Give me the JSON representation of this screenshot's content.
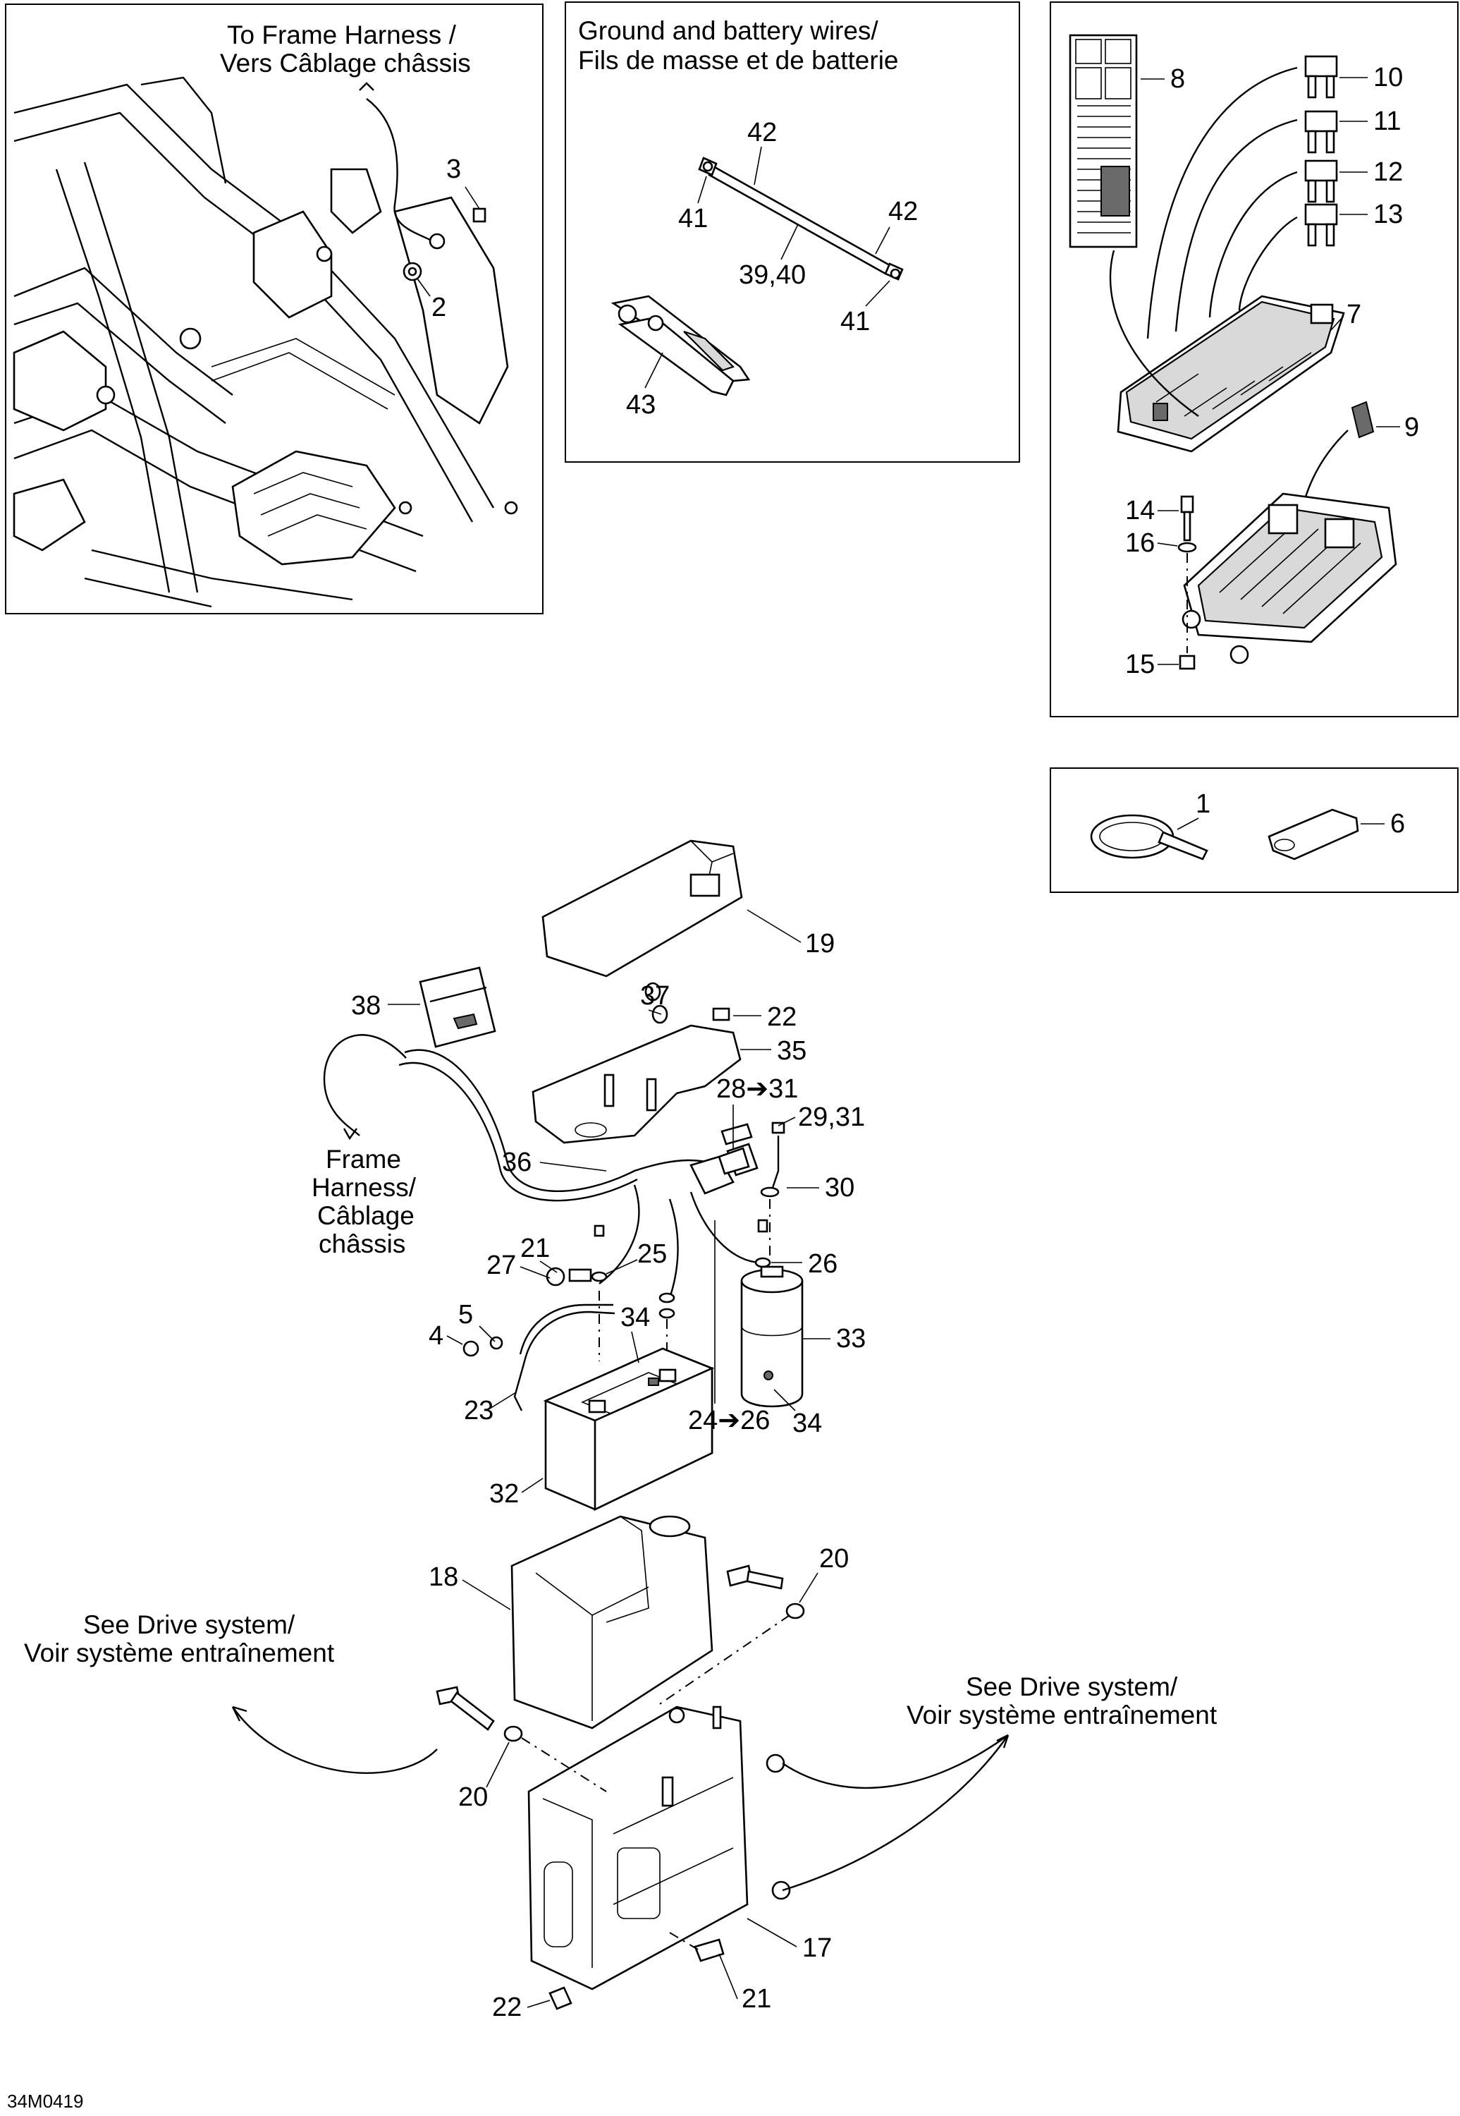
{
  "panels": {
    "frame": {
      "caption_line1": "To Frame Harness /",
      "caption_line2": "Vers Câblage châssis",
      "callouts": [
        "3",
        "2"
      ]
    },
    "ground_wires": {
      "caption_line1": "Ground and battery wires/",
      "caption_line2": "Fils de masse et de batterie",
      "callouts": [
        "42",
        "41",
        "42",
        "39,40",
        "41",
        "43"
      ]
    },
    "fuse_box": {
      "callouts": [
        "8",
        "10",
        "11",
        "12",
        "13",
        "7",
        "9",
        "14",
        "16",
        "15"
      ]
    },
    "small_parts": {
      "callouts": [
        "1",
        "6"
      ]
    },
    "battery": {
      "frame_harness_line1": "Frame",
      "frame_harness_line2": "Harness/",
      "frame_harness_line3": "Câblage",
      "frame_harness_line4": "châssis",
      "see_drive_left_line1": "See Drive system/",
      "see_drive_left_line2": "Voir système entraînement",
      "see_drive_right_line1": "See Drive system/",
      "see_drive_right_line2": "Voir système entraînement",
      "callouts": [
        "19",
        "38",
        "37",
        "22",
        "35",
        "28➔31",
        "29,31",
        "36",
        "30",
        "21",
        "25",
        "27",
        "26",
        "5",
        "34",
        "33",
        "4",
        "23",
        "24➔26",
        "34",
        "32",
        "18",
        "20",
        "20",
        "17",
        "22",
        "21"
      ]
    }
  },
  "figure_id": "34M0419"
}
